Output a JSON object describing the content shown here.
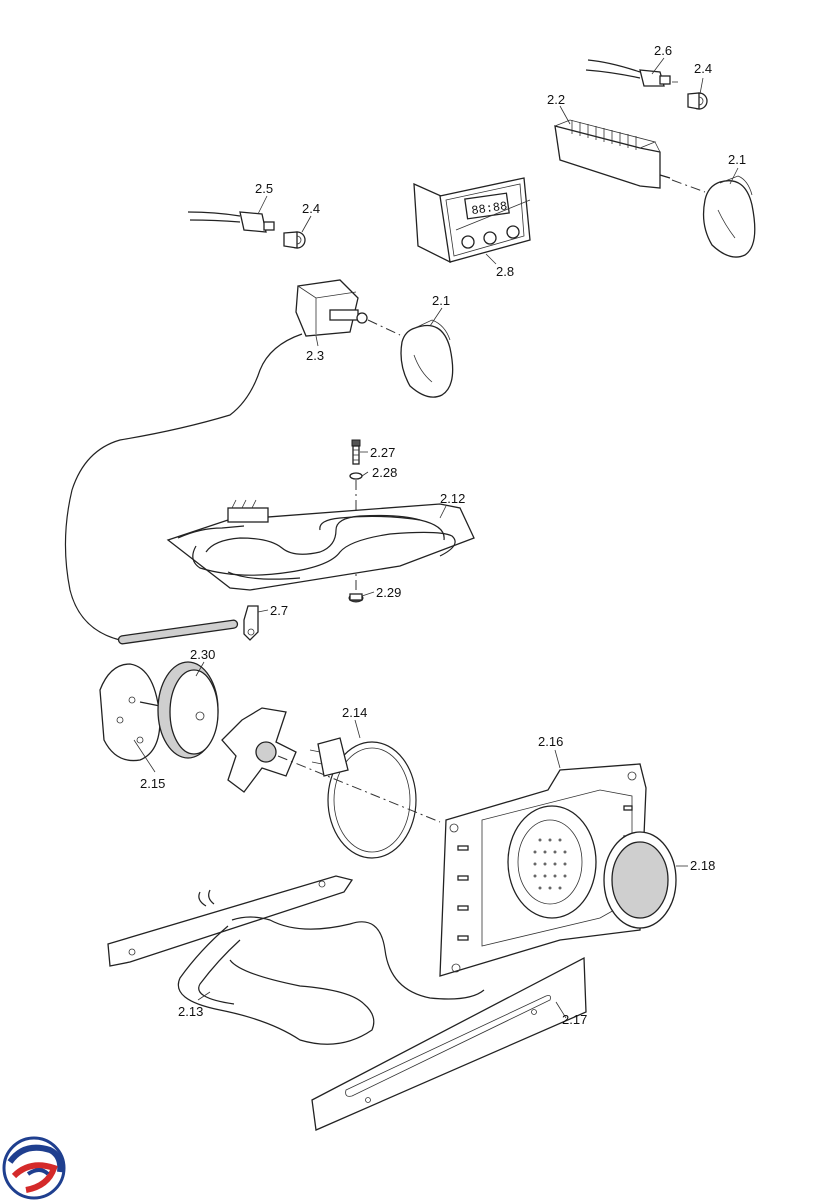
{
  "labels": {
    "l2_6": "2.6",
    "l2_4a": "2.4",
    "l2_2": "2.2",
    "l2_1a": "2.1",
    "l2_5": "2.5",
    "l2_4b": "2.4",
    "l2_8": "2.8",
    "l2_1b": "2.1",
    "l2_3": "2.3",
    "l2_27": "2.27",
    "l2_28": "2.28",
    "l2_12": "2.12",
    "l2_29": "2.29",
    "l2_7": "2.7",
    "l2_30": "2.30",
    "l2_14": "2.14",
    "l2_16": "2.16",
    "l2_15": "2.15",
    "l2_18": "2.18",
    "l2_13": "2.13",
    "l2_17": "2.17"
  },
  "timer_display": "88:88",
  "colors": {
    "line": "#222222",
    "logo_blue": "#1f3f8f",
    "logo_red": "#d42a2a"
  },
  "icons": {
    "logo": "brand-swirl-icon"
  }
}
